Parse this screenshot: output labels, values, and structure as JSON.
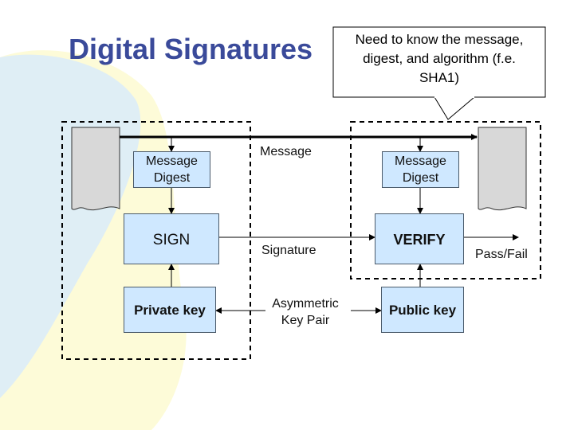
{
  "slide": {
    "title": "Digital Signatures",
    "callout": {
      "line1": "Need to know the message,",
      "line2": "digest, and algorithm (f.e.",
      "line3": "SHA1)"
    },
    "message_label": "Message",
    "signature_label": "Signature",
    "key_pair": {
      "line1": "Asymmetric",
      "line2": "Key Pair"
    },
    "pass_fail": "Pass/Fail",
    "sender": {
      "digest": {
        "line1": "Message",
        "line2": "Digest"
      },
      "sign": "SIGN",
      "private_key": "Private key"
    },
    "receiver": {
      "digest": {
        "line1": "Message",
        "line2": "Digest"
      },
      "verify": "VERIFY",
      "public_key": "Public key"
    },
    "colors": {
      "title": "#3a4a9a",
      "box_fill": "#cfe8ff",
      "background_blob": "#fdfbd8",
      "background_blob_blue": "#dcecf8"
    }
  }
}
